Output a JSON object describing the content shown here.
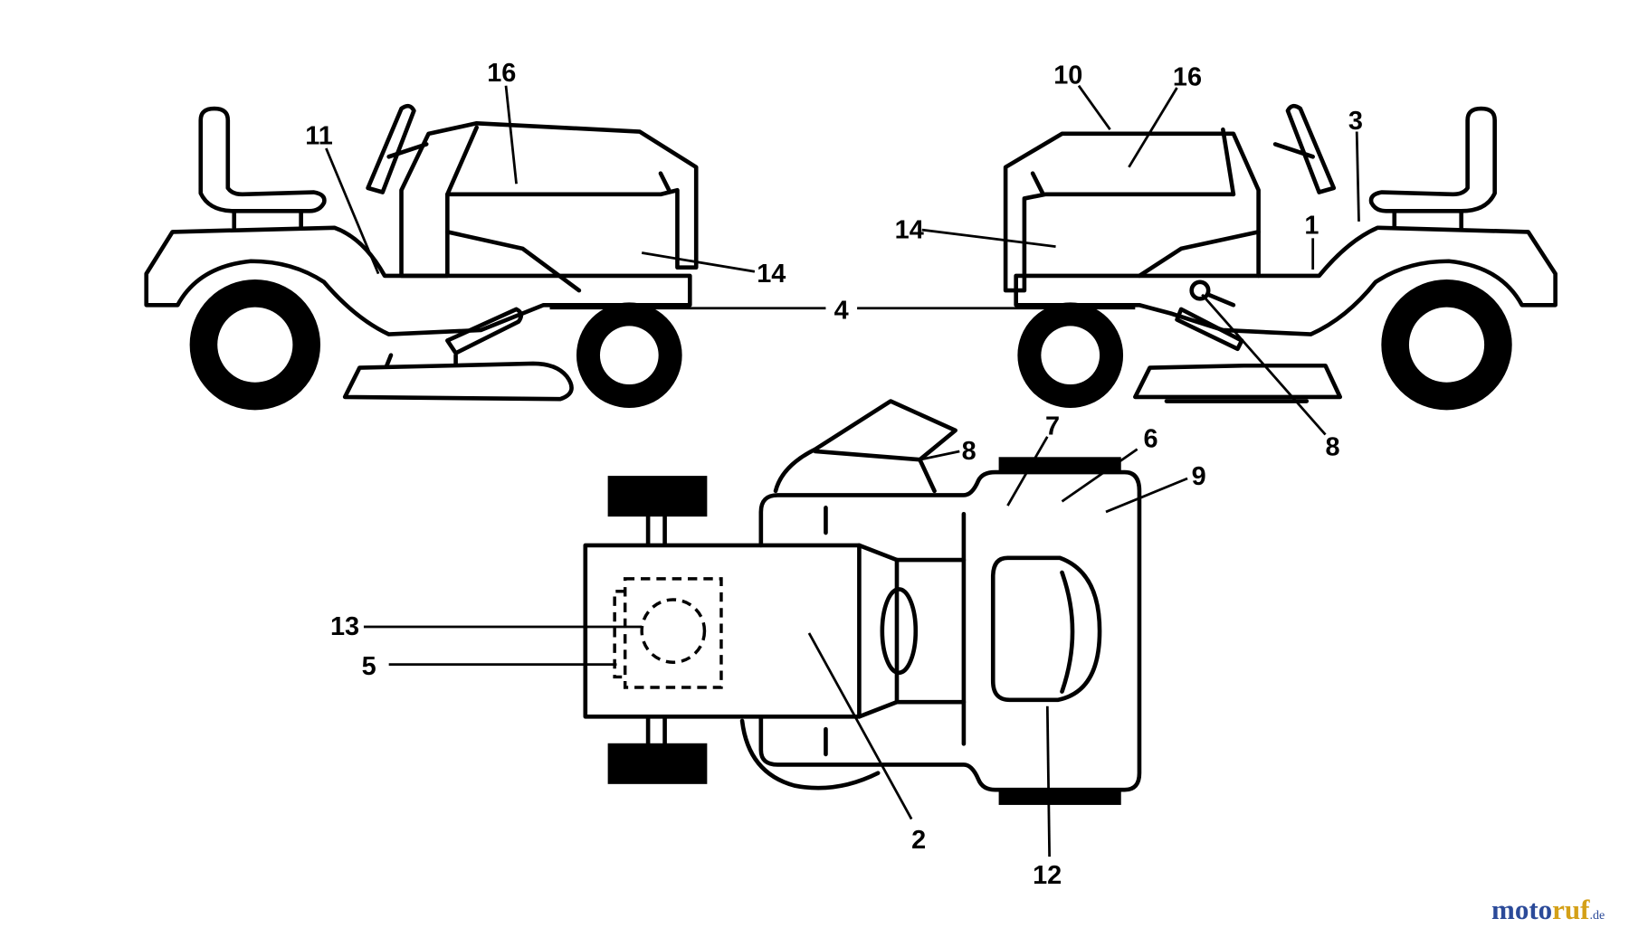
{
  "callouts": {
    "c16_left": "16",
    "c11": "11",
    "c14_left": "14",
    "c4": "4",
    "c10": "10",
    "c16_right": "16",
    "c3": "3",
    "c1": "1",
    "c14_right": "14",
    "c8_right": "8",
    "c8_top": "8",
    "c7": "7",
    "c6": "6",
    "c9": "9",
    "c13": "13",
    "c5": "5",
    "c2": "2",
    "c12": "12"
  },
  "watermark": {
    "brand_a": "moto",
    "brand_b": "ruf",
    "suffix": ".de"
  }
}
